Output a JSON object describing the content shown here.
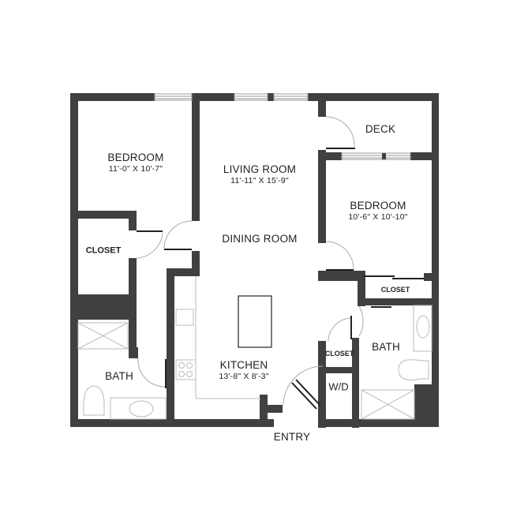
{
  "plan": {
    "wall_color": "#404040",
    "fixture_color": "#bbbbbb",
    "rooms": [
      {
        "id": "bedroom-1",
        "name": "BEDROOM",
        "dims": "11'-0\" X 10'-7\""
      },
      {
        "id": "living-room",
        "name": "LIVING ROOM",
        "dims": "11'-11\" X 15'-9\""
      },
      {
        "id": "dining-room",
        "name": "DINING ROOM"
      },
      {
        "id": "deck",
        "name": "DECK"
      },
      {
        "id": "bedroom-2",
        "name": "BEDROOM",
        "dims": "10'-6\" X 10'-10\""
      },
      {
        "id": "closet-1",
        "name": "CLOSET"
      },
      {
        "id": "closet-2",
        "name": "CLOSET"
      },
      {
        "id": "closet-3",
        "name": "CLOSET"
      },
      {
        "id": "bath-1",
        "name": "BATH"
      },
      {
        "id": "bath-2",
        "name": "BATH"
      },
      {
        "id": "kitchen",
        "name": "KITCHEN",
        "dims": "13'-8\" X 8'-3\""
      },
      {
        "id": "wd",
        "name": "W/D"
      }
    ],
    "entry_label": "ENTRY"
  }
}
